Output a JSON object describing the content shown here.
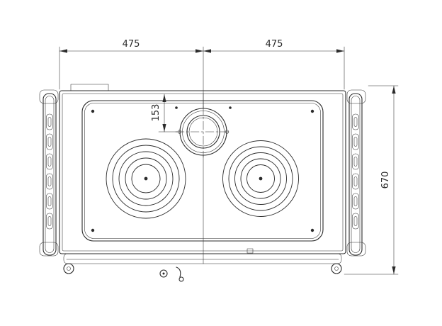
{
  "drawing": {
    "labels": {
      "width_left": "475",
      "width_right": "475",
      "flue_offset": "153",
      "depth": "670"
    },
    "colors": {
      "line": "#2b2b2b",
      "background": "#ffffff"
    }
  }
}
